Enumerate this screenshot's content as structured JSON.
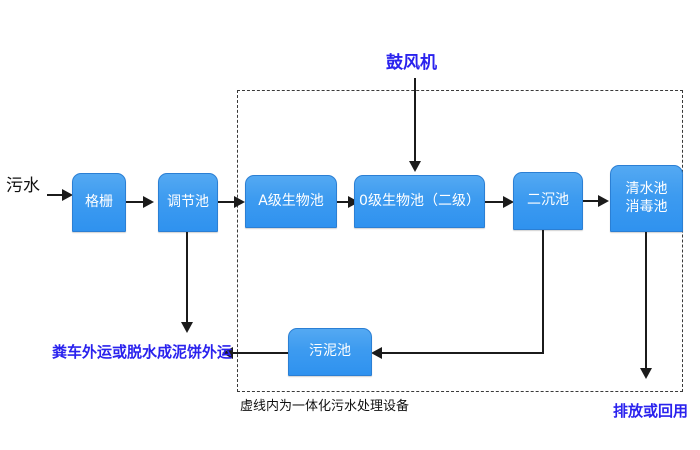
{
  "diagram": {
    "title_note": "虚线内为一体化污水处理设备",
    "equipment_boundary_label": "虚线内为一体化污水处理设备",
    "colors": {
      "node_fill": "#3d9bf0",
      "node_border": "#2b7fd4",
      "node_text": "#ffffff",
      "annotation_blue": "#2a22ee",
      "annotation_black": "#111111",
      "connector": "#1b1b1b",
      "dashed_boundary": "#3a3a3a"
    },
    "inlet_label": "污水",
    "blower_label": "鼓风机",
    "sludge_disposal_label": "粪车外运或脱水成泥饼外运",
    "discharge_label": "排放或回用",
    "nodes": [
      {
        "id": "grille",
        "label": "格栅"
      },
      {
        "id": "regulating",
        "label": "调节池"
      },
      {
        "id": "a-stage",
        "label": "A级生物池"
      },
      {
        "id": "o-stage",
        "label": "0级生物池（二级）"
      },
      {
        "id": "second-settle",
        "label": "二沉池"
      },
      {
        "id": "clean-water",
        "label_line1": "清水池",
        "label_line2": "消毒池"
      },
      {
        "id": "sludge-tank",
        "label": "污泥池"
      }
    ]
  }
}
